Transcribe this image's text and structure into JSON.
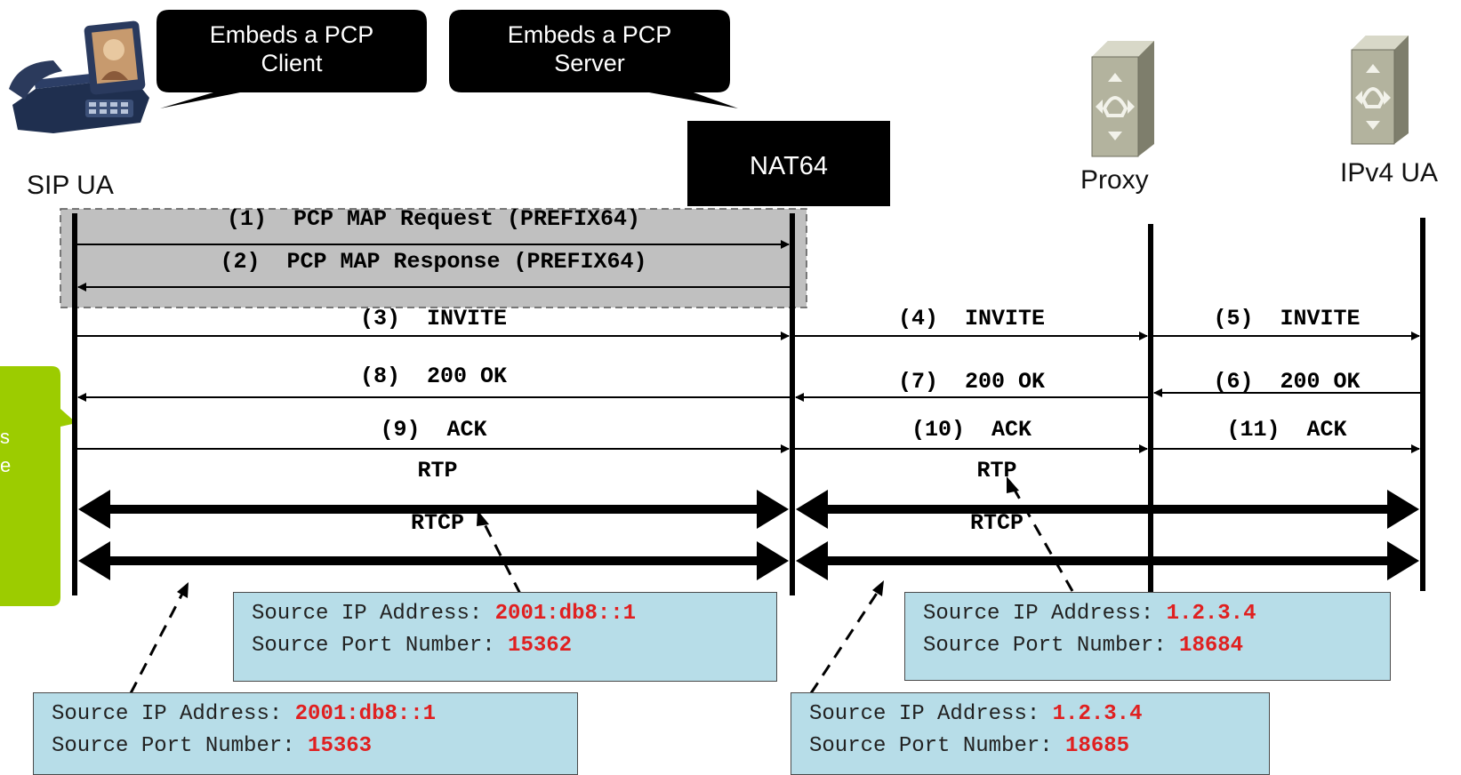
{
  "nodes": {
    "sip_ua": "SIP UA",
    "nat64": "NAT64",
    "proxy": "Proxy",
    "ipv4_ua": "IPv4 UA"
  },
  "callouts": {
    "pcp_client": [
      "Embeds a PCP",
      "Client"
    ],
    "pcp_server": [
      "Embeds a PCP",
      "Server"
    ],
    "green_fragment": [
      "s",
      "e"
    ]
  },
  "messages": [
    {
      "label": "(1)  PCP MAP Request (PREFIX64)",
      "from": "sip_ua",
      "to": "nat64"
    },
    {
      "label": "(2)  PCP MAP Response (PREFIX64)",
      "from": "nat64",
      "to": "sip_ua"
    },
    {
      "label": "(3)  INVITE",
      "from": "sip_ua",
      "to": "nat64"
    },
    {
      "label": "(4)  INVITE",
      "from": "nat64",
      "to": "proxy"
    },
    {
      "label": "(5)  INVITE",
      "from": "proxy",
      "to": "ipv4_ua"
    },
    {
      "label": "(6)  200 OK",
      "from": "ipv4_ua",
      "to": "proxy"
    },
    {
      "label": "(7)  200 OK",
      "from": "proxy",
      "to": "nat64"
    },
    {
      "label": "(8)  200 OK",
      "from": "nat64",
      "to": "sip_ua"
    },
    {
      "label": "(9)  ACK",
      "from": "sip_ua",
      "to": "nat64"
    },
    {
      "label": "(10)  ACK",
      "from": "nat64",
      "to": "proxy"
    },
    {
      "label": "(11)  ACK",
      "from": "proxy",
      "to": "ipv4_ua"
    }
  ],
  "media": [
    {
      "label": "RTP",
      "segment": "left"
    },
    {
      "label": "RTP",
      "segment": "right"
    },
    {
      "label": "RTCP",
      "segment": "left"
    },
    {
      "label": "RTCP",
      "segment": "right"
    }
  ],
  "info_boxes": {
    "rtp_ipv6": {
      "addr_label": "Source IP Address: ",
      "addr_value": "2001:db8::1",
      "port_label": "Source Port Number: ",
      "port_value": "15362"
    },
    "rtp_ipv4": {
      "addr_label": "Source IP Address: ",
      "addr_value": "1.2.3.4",
      "port_label": "Source Port Number: ",
      "port_value": "18684"
    },
    "rtcp_ipv6": {
      "addr_label": "Source IP Address: ",
      "addr_value": "2001:db8::1",
      "port_label": "Source Port Number: ",
      "port_value": "15363"
    },
    "rtcp_ipv4": {
      "addr_label": "Source IP Address: ",
      "addr_value": "1.2.3.4",
      "port_label": "Source Port Number: ",
      "port_value": "18685"
    }
  },
  "colors": {
    "info_box_bg": "#b7dde8",
    "value_red": "#e02020",
    "green_callout": "#9ccc00",
    "shaded_region": "#c0c0c0",
    "server_icon": "#b5b5a0"
  },
  "icons": {
    "sip_ua": "videophone-icon",
    "proxy": "sip-server-icon",
    "ipv4_ua": "sip-server-icon"
  }
}
